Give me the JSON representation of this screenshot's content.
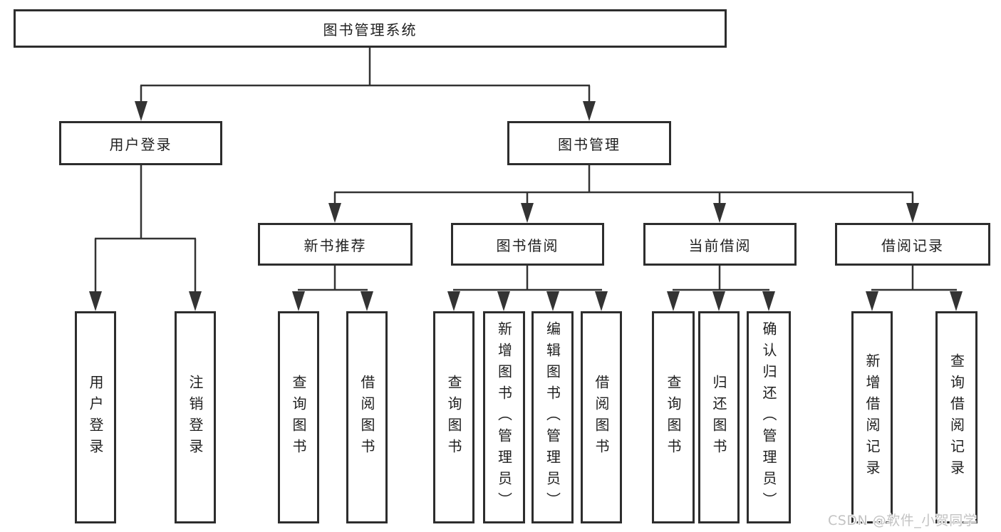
{
  "tree": {
    "root": "图书管理系统",
    "level2": [
      {
        "label": "用户登录"
      },
      {
        "label": "图书管理"
      }
    ],
    "level3": [
      {
        "label": "新书推荐"
      },
      {
        "label": "图书借阅"
      },
      {
        "label": "当前借阅"
      },
      {
        "label": "借阅记录"
      }
    ],
    "leaves": {
      "user_login": [
        "用户登录",
        "注销登录"
      ],
      "new_book_recommend": [
        "查询图书",
        "借阅图书"
      ],
      "book_borrow": [
        "查询图书",
        "新增图书（管理员）",
        "编辑图书（管理员）",
        "借阅图书"
      ],
      "current_borrow": [
        "查询图书",
        "归还图书",
        "确认归还（管理员）"
      ],
      "borrow_records": [
        "新增借阅记录",
        "查询借阅记录"
      ]
    }
  },
  "watermark": "CSDN @软件_小贺同学",
  "colors": {
    "line": "#333333",
    "box_border": "#2d2d2d",
    "text": "#1f1f1f",
    "watermark_text": "#c3c3c3",
    "background": "#ffffff"
  }
}
